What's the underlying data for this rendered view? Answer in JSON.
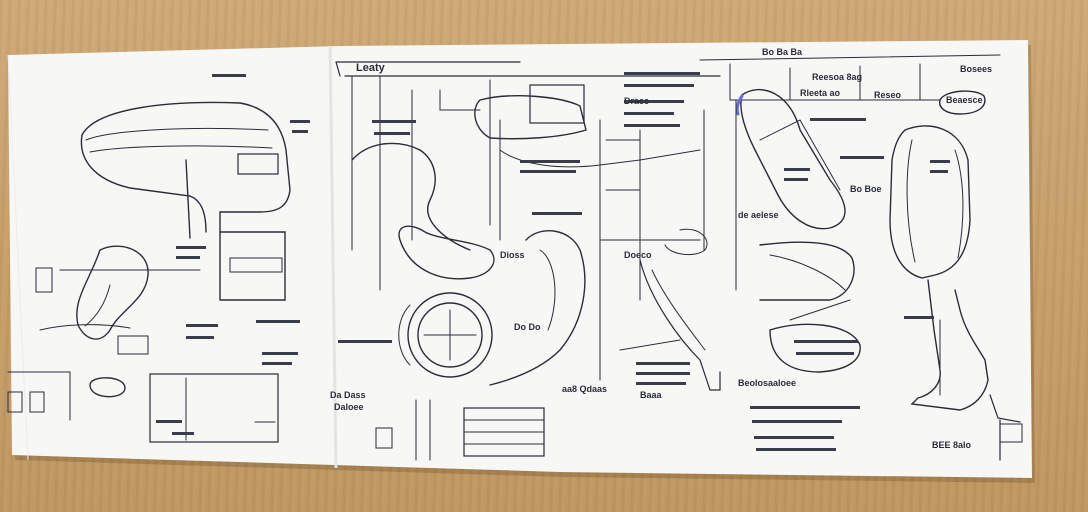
{
  "photo": {
    "subject": "hand-drawn technical blueprint sketch on paper",
    "colors": {
      "table": "#c7a06b",
      "paper": "#f7f7f5",
      "ink": "#2a2c3a",
      "accent": "#6a6adf"
    }
  },
  "labels": {
    "top_title": "Leaty",
    "top_right_1": "Bo Ba Ba",
    "top_right_2": "Reesoa 8ag",
    "top_right_3": "Rleeta ao",
    "top_right_4": "Reseo",
    "top_right_5": "Bosees",
    "far_right_tag": "Beaesce",
    "mid_left_1": "Drace",
    "mid_left_2": "Doeco",
    "mid_center_1": "Do Do",
    "mid_center_2": "Dioss",
    "mid_right_1": "Bo Boe",
    "mid_right_2": "de aelese",
    "bottom_left_1": "Da Dass",
    "bottom_left_2": "Daloee",
    "bottom_center": "aa8 Qdaas",
    "bottom_right_1": "Baaa",
    "bottom_right_2": "Beolosaaloee",
    "corner_tag": "BEE 8alo"
  }
}
